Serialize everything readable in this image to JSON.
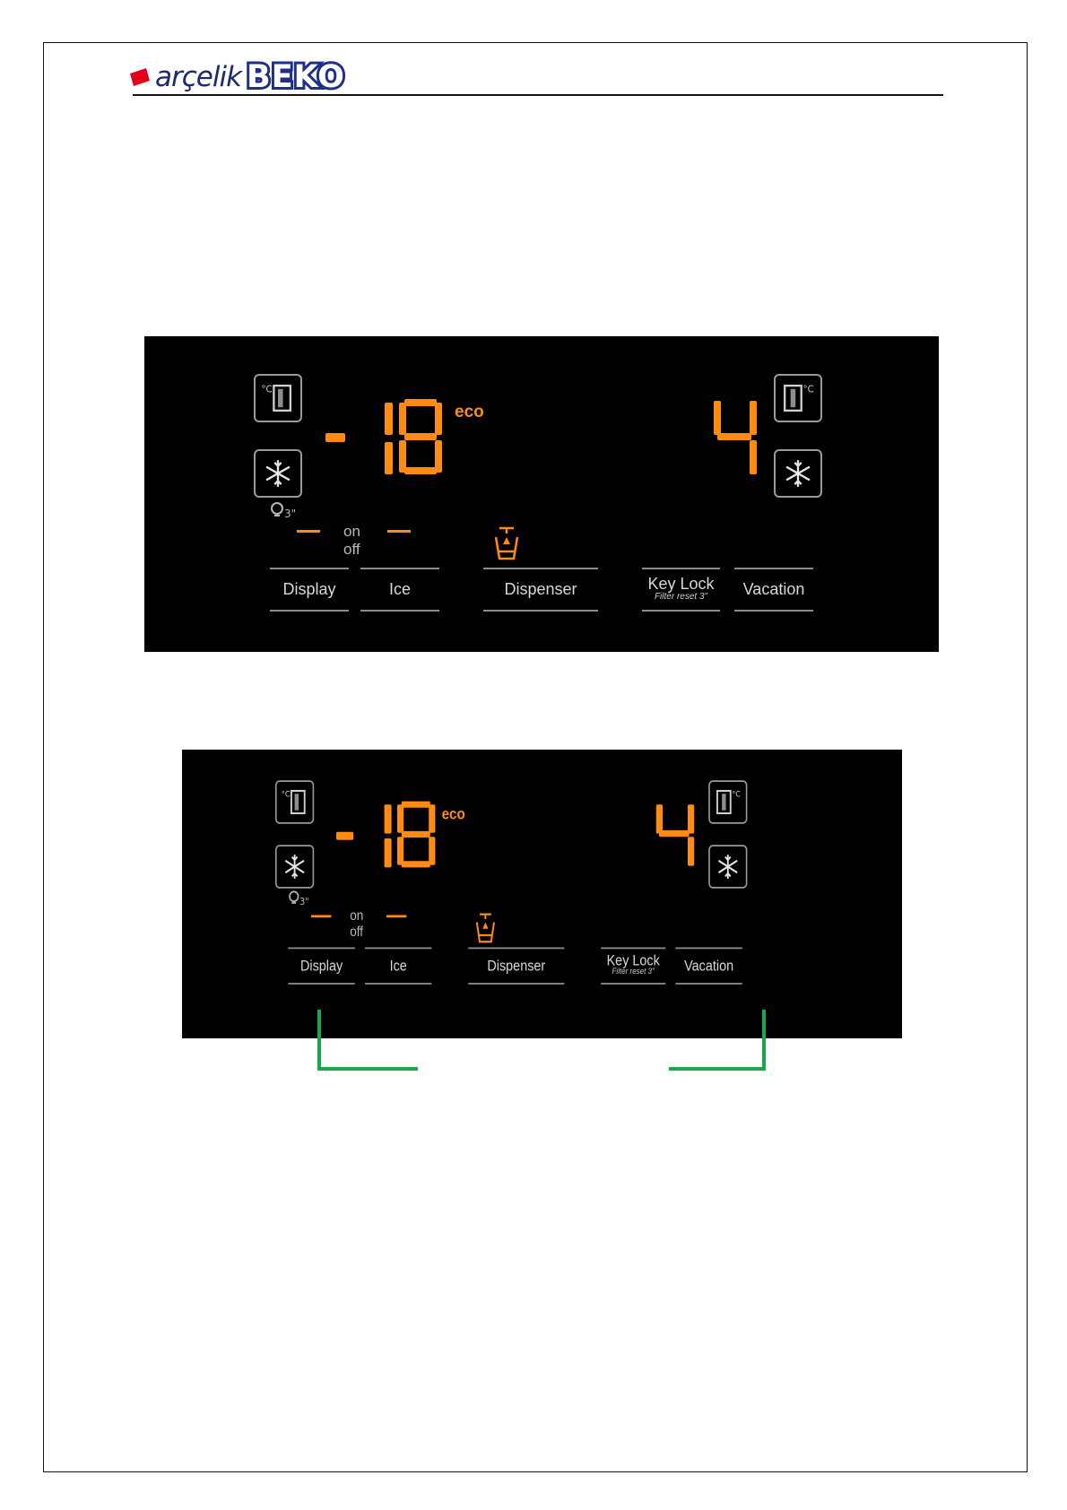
{
  "brand": {
    "primary": "arçelik",
    "secondary": "BEKO",
    "colors": {
      "arcelik_mark": "#e2001a",
      "arcelik_text": "#1c2a6e",
      "beko": "#1e2f8c"
    }
  },
  "panels": [
    {
      "freezer_temp": {
        "sign": "-",
        "value": "18",
        "eco": "eco"
      },
      "fridge_temp": {
        "value": "4"
      },
      "icons": [
        "freezer-compartment-icon",
        "fast-freeze-icon",
        "fridge-compartment-icon",
        "fast-cool-icon",
        "bulb-icon",
        "dispenser-icon"
      ],
      "bulb_label": "3\"",
      "ice_status": {
        "on": "on",
        "off": "off"
      },
      "buttons": {
        "display": "Display",
        "ice": "Ice",
        "dispenser": "Dispenser",
        "key_lock": "Key Lock",
        "key_lock_sub": "Filter reset 3\"",
        "vacation": "Vacation"
      }
    },
    {
      "freezer_temp": {
        "sign": "-",
        "value": "18",
        "eco": "eco"
      },
      "fridge_temp": {
        "value": "4"
      },
      "icons": [
        "freezer-compartment-icon",
        "fast-freeze-icon",
        "fridge-compartment-icon",
        "fast-cool-icon",
        "bulb-icon",
        "dispenser-icon"
      ],
      "bulb_label": "3\"",
      "ice_status": {
        "on": "on",
        "off": "off"
      },
      "buttons": {
        "display": "Display",
        "ice": "Ice",
        "dispenser": "Dispenser",
        "key_lock": "Key Lock",
        "key_lock_sub": "Filter reset 3\"",
        "vacation": "Vacation"
      }
    }
  ],
  "colors": {
    "display_orange": "#ff8a14",
    "panel_bg": "#000000",
    "callout_green": "#1aa64a"
  }
}
